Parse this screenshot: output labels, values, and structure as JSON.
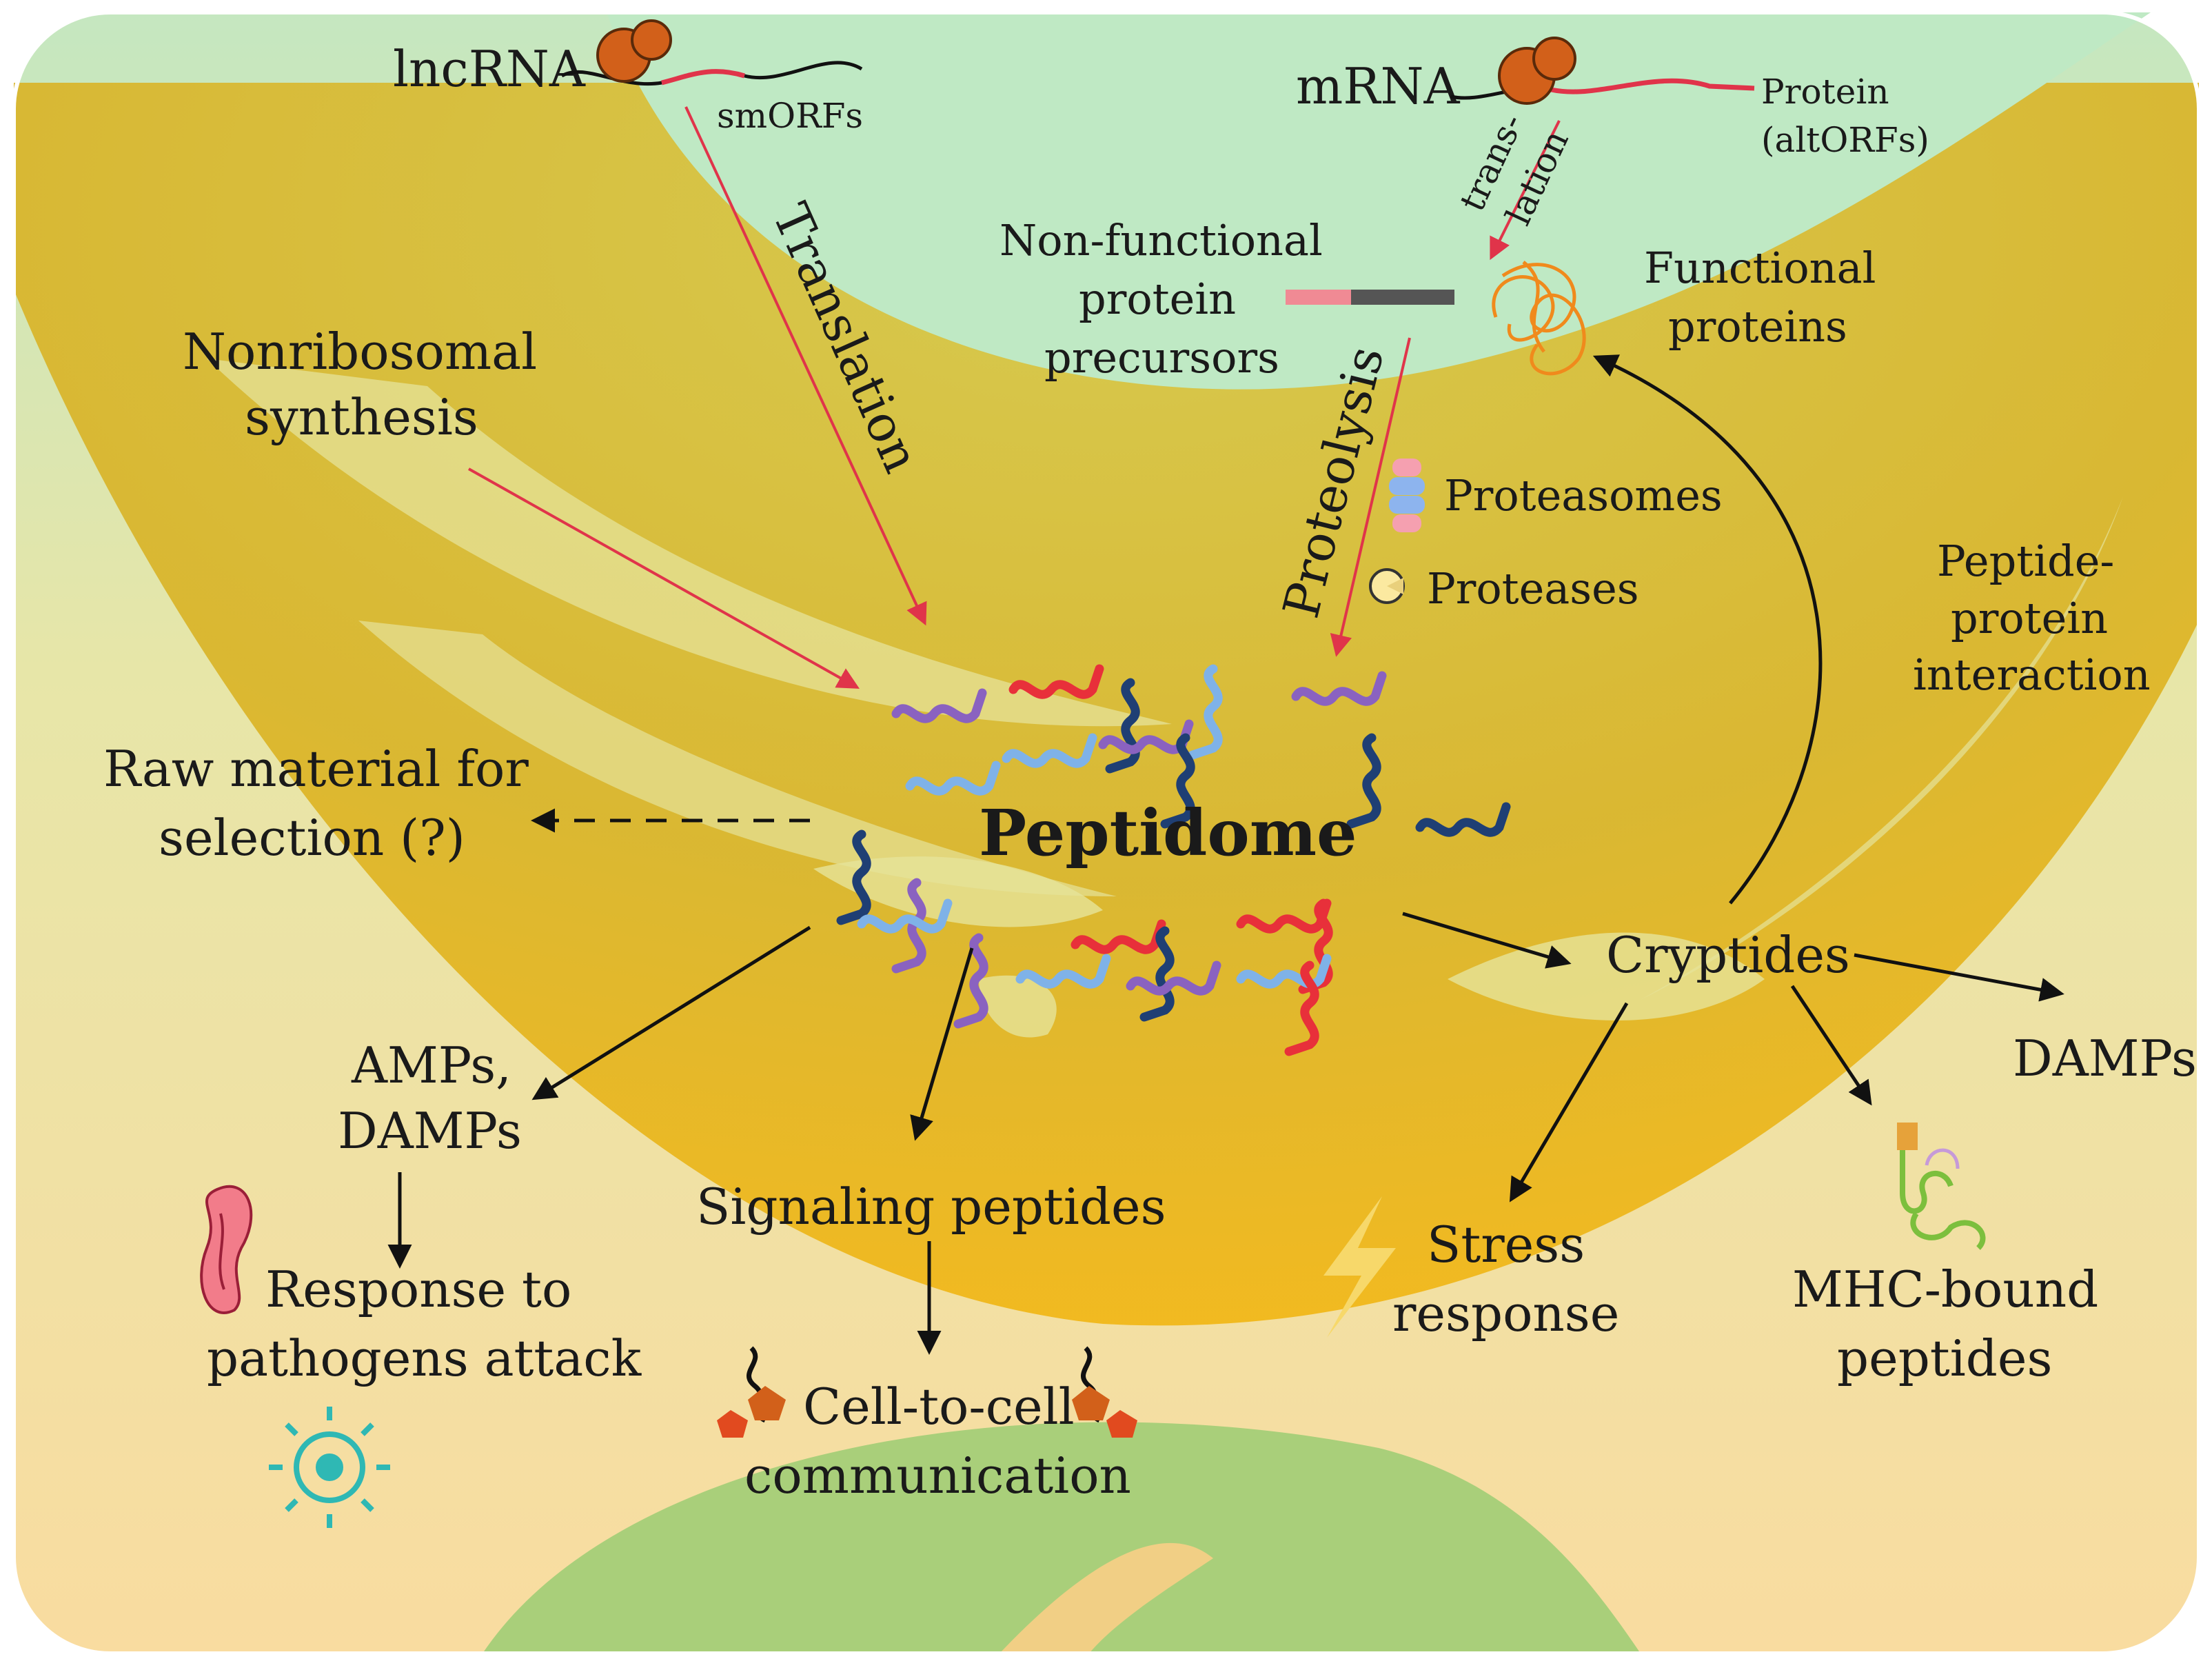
{
  "center": {
    "title": "Peptidome"
  },
  "sources": {
    "lncrna": "lncRNA",
    "smorfs": "smORFs",
    "translation": "Translation",
    "nonribosomal": [
      "Nonribosomal",
      "synthesis"
    ],
    "mrna": "mRNA",
    "protein_altorfs": [
      "Protein",
      "(altORFs)"
    ],
    "trans_lation": [
      "trans-",
      "lation"
    ],
    "nonfunctional": [
      "Non-functional",
      "protein",
      "precursors"
    ],
    "functional": [
      "Functional",
      "proteins"
    ],
    "proteolysis": "Proteolysis",
    "proteasomes": "Proteasomes",
    "proteases": "Proteases",
    "peptide_protein": [
      "Peptide-",
      "protein",
      "interaction"
    ]
  },
  "outcomes": {
    "raw_material": [
      "Raw material for",
      "selection (?)"
    ],
    "amps_damps": [
      "AMPs,",
      "DAMPs"
    ],
    "response": [
      "Response to",
      "pathogens attack"
    ],
    "signaling": "Signaling peptides",
    "cell_comm": [
      "Cell-to-cell",
      "communication"
    ],
    "cryptides": "Cryptides",
    "damps": "DAMPs",
    "stress": [
      "Stress",
      "response"
    ],
    "mhc": [
      "MHC-bound",
      "peptides"
    ]
  },
  "colors": {
    "cell_outer": "#c9c23a",
    "cell_inner": "#f2b51f",
    "nucleus": "#bfe9c4",
    "arrow_red": "#e0344a",
    "peptide_palette": [
      "#e8303a",
      "#1f3f74",
      "#8a62c0",
      "#7fb2e8"
    ]
  },
  "icons": [
    "ribosome-icon",
    "bacterium-icon",
    "virus-icon",
    "lightning-icon",
    "receptor-icon",
    "mhc-icon",
    "proteasome-icon",
    "protease-icon",
    "tangled-protein-icon"
  ]
}
